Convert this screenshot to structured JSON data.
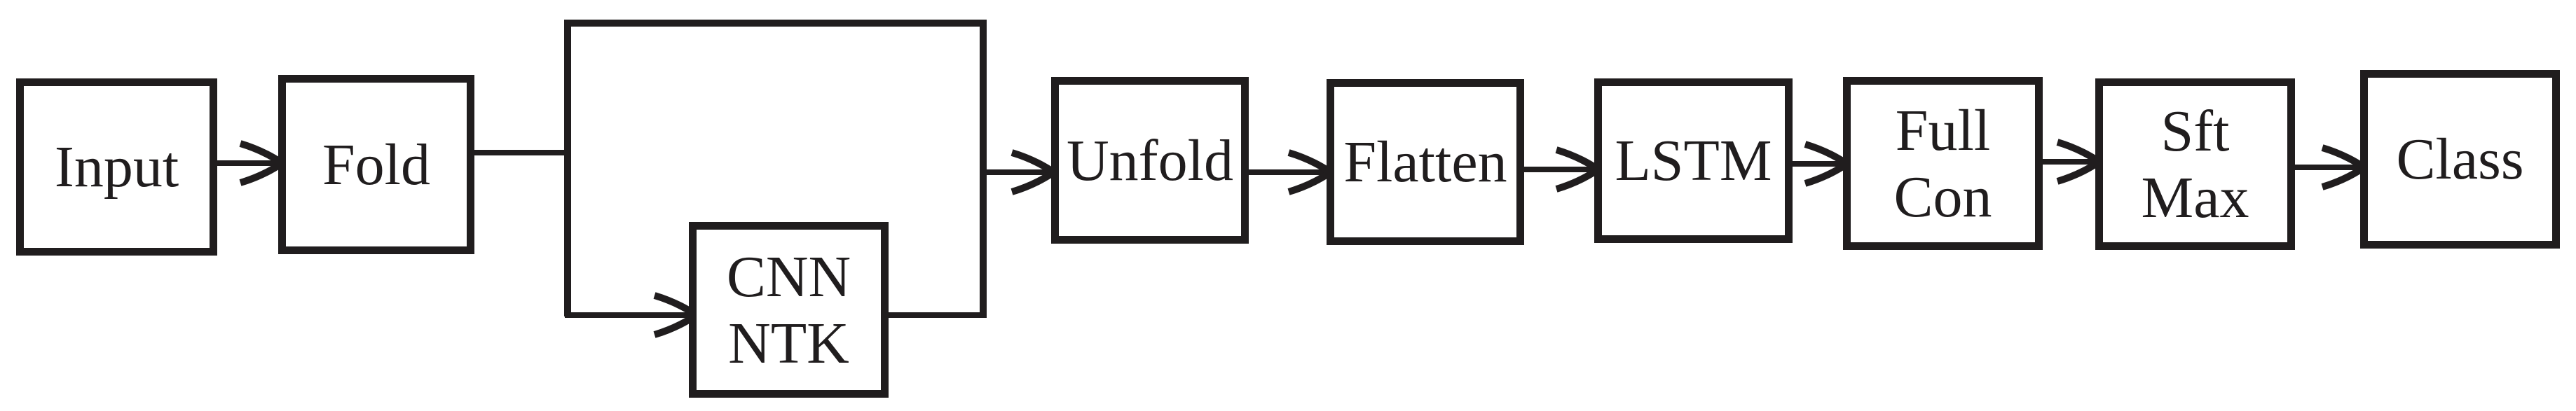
{
  "figure": {
    "type": "flow-diagram",
    "background": "#ffffff",
    "ink_color": "#201d1e",
    "arrow_style": "curved-chevron"
  },
  "nodes": {
    "input": {
      "label": "Input"
    },
    "fold": {
      "label": "Fold"
    },
    "cnn_ntk": {
      "line1": "CNN",
      "line2": "NTK"
    },
    "unfold": {
      "label": "Unfold"
    },
    "flatten": {
      "label": "Flatten"
    },
    "lstm": {
      "label": "LSTM"
    },
    "full_con": {
      "line1": "Full",
      "line2": "Con"
    },
    "sft_max": {
      "line1": "Sft",
      "line2": "Max"
    },
    "class": {
      "label": "Class"
    }
  },
  "connections": [
    {
      "from": "Input",
      "to": "Fold",
      "type": "arrow"
    },
    {
      "from": "Fold",
      "to": "split-junction",
      "type": "line"
    },
    {
      "from": "split-junction",
      "to": "CNN NTK",
      "type": "arrow",
      "via": "lower branch"
    },
    {
      "from": "split-junction",
      "to": "merge-junction",
      "type": "line",
      "via": "top bypass"
    },
    {
      "from": "CNN NTK",
      "to": "merge-junction",
      "type": "line"
    },
    {
      "from": "merge-junction",
      "to": "Unfold",
      "type": "arrow"
    },
    {
      "from": "Unfold",
      "to": "Flatten",
      "type": "arrow"
    },
    {
      "from": "Flatten",
      "to": "LSTM",
      "type": "arrow"
    },
    {
      "from": "LSTM",
      "to": "Full Con",
      "type": "arrow"
    },
    {
      "from": "Full Con",
      "to": "Sft Max",
      "type": "arrow"
    },
    {
      "from": "Sft Max",
      "to": "Class",
      "type": "arrow"
    }
  ]
}
